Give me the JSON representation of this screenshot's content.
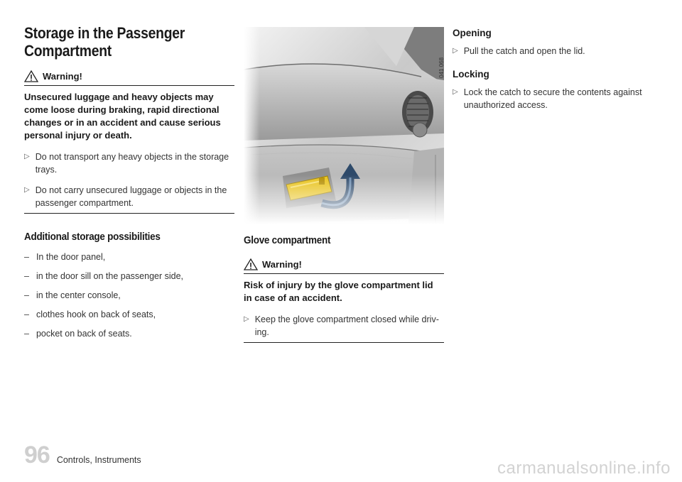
{
  "left": {
    "title_line1": "Storage in the Passenger",
    "title_line2": "Compartment",
    "warning_label": "Warning!",
    "warning_text": "Unsecured luggage and heavy objects may come loose during braking, rapid directional changes or in an accident and cause serious personal injury or death.",
    "bullets": [
      "Do not transport any heavy objects in the storage trays.",
      "Do not carry unsecured luggage or objects in the passenger compartment."
    ],
    "additional_heading": "Additional storage possibilities",
    "additional_items": [
      "In the door panel,",
      "in the door sill on the passenger side,",
      "in the center console,",
      "clothes hook on back of seats,",
      "pocket on back of seats."
    ]
  },
  "middle": {
    "photo_code": "041 068",
    "heading": "Glove compartment",
    "warning_label": "Warning!",
    "warning_text": "Risk of injury by the glove compartment lid in case of an accident.",
    "bullets": [
      "Keep the glove compartment closed while driv-ing."
    ]
  },
  "right": {
    "opening_heading": "Opening",
    "opening_bullet": "Pull the catch and open the lid.",
    "locking_heading": "Locking",
    "locking_bullet": "Lock the catch to secure the contents against unauthorized access."
  },
  "footer": {
    "page_number": "96",
    "section": "Controls, Instruments",
    "watermark": "carmanualsonline.info"
  },
  "icons": {
    "warning": "warning-triangle-icon",
    "bullet": "triangle-right-icon",
    "rotate": "curved-arrow-icon"
  }
}
